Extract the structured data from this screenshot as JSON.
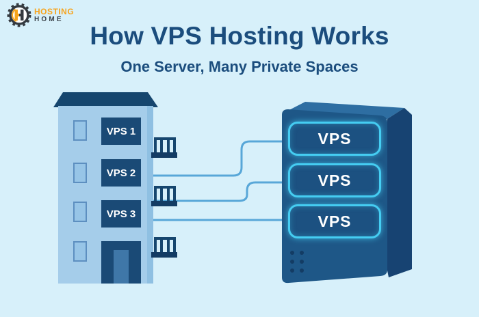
{
  "logo": {
    "icon": "gear-h-icon",
    "brand_top": "HOSTING",
    "brand_bottom": "HOME"
  },
  "header": {
    "title": "How VPS Hosting Works",
    "subtitle": "One Server, Many Private Spaces"
  },
  "building": {
    "units": [
      {
        "label": "VPS 1"
      },
      {
        "label": "VPS 2"
      },
      {
        "label": "VPS 3"
      }
    ]
  },
  "server": {
    "slots": [
      {
        "label": "VPS"
      },
      {
        "label": "VPS"
      },
      {
        "label": "VPS"
      }
    ]
  },
  "colors": {
    "background": "#d7f0fa",
    "heading": "#1b4d7d",
    "navy": "#16466e",
    "building_facade": "#a5cdea",
    "building_edge": "#8fc0e2",
    "window_fill": "#97c5e7",
    "window_border": "#5d8fc0",
    "unit_panel": "#1a4a76",
    "door_inner": "#3f77a8",
    "connector_line": "#58a7d8",
    "server_front": "#1e5787",
    "server_top": "#2e6ea2",
    "server_side": "#174372",
    "slot_fill": "#1c5181",
    "slot_border": "#45cdf2",
    "logo_orange": "#f7a41d",
    "logo_dark": "#343a40",
    "text_white": "#ffffff"
  }
}
